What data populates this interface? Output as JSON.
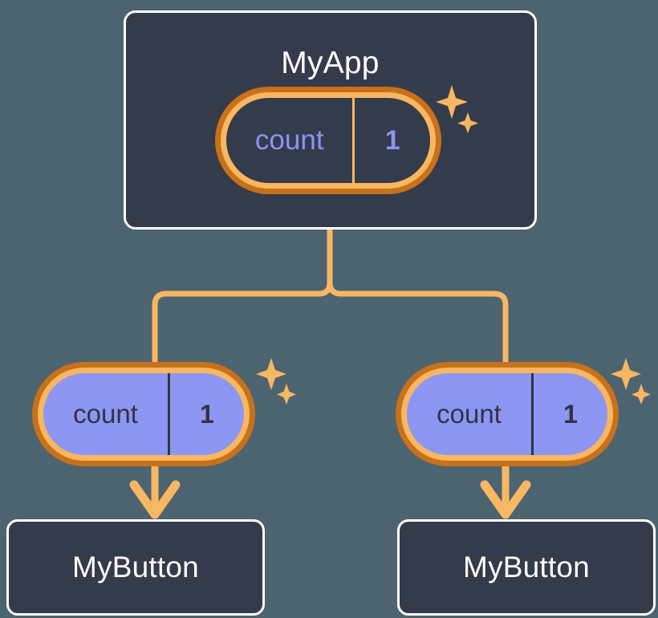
{
  "diagram": {
    "type": "react-component-state-tree",
    "background_color": "#4c646f",
    "accent_color": "#f8b762",
    "accent_dark_color": "#c8711a",
    "state_fill_color": "#8d96f2",
    "card_fill_color": "#343b4a",
    "card_border_color": "#ffffff"
  },
  "root": {
    "title": "MyApp",
    "state": {
      "key": "count",
      "value": "1",
      "sparkle_large": "sparkle-icon",
      "sparkle_small": "sparkle-icon"
    }
  },
  "children": [
    {
      "state": {
        "key": "count",
        "value": "1"
      },
      "title": "MyButton",
      "connector": "arrow-down-icon",
      "sparkle_large": "sparkle-icon",
      "sparkle_small": "sparkle-icon"
    },
    {
      "state": {
        "key": "count",
        "value": "1"
      },
      "title": "MyButton",
      "connector": "arrow-down-icon",
      "sparkle_large": "sparkle-icon",
      "sparkle_small": "sparkle-icon"
    }
  ],
  "connectors": {
    "tree_branch": "tree-branch-connector",
    "left_arrow": "arrow-down-icon",
    "right_arrow": "arrow-down-icon"
  }
}
